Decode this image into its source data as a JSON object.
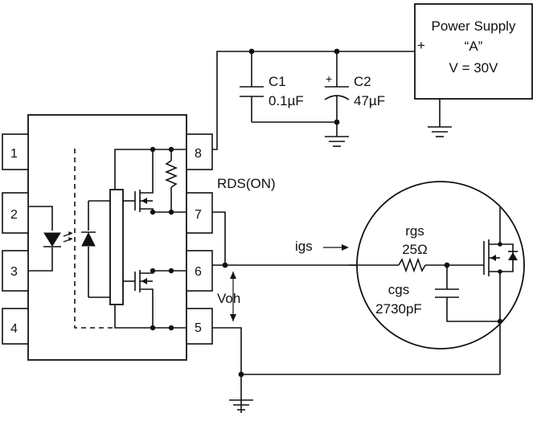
{
  "power_supply": {
    "title": "Power Supply",
    "name": "“A”",
    "voltage": "V = 30V",
    "plus": "+"
  },
  "capacitors": {
    "c1": {
      "label": "C1",
      "value": "0.1µF"
    },
    "c2": {
      "label": "C2",
      "value": "47µF",
      "polarity": "+"
    }
  },
  "ic": {
    "pins": [
      "1",
      "2",
      "3",
      "4",
      "5",
      "6",
      "7",
      "8"
    ]
  },
  "labels": {
    "rds_on": "RDS(ON)",
    "igs": "igs",
    "voh": "Voh"
  },
  "gate_model": {
    "rgs_label": "rgs",
    "rgs_value": "25Ω",
    "cgs_label": "cgs",
    "cgs_value": "2730pF"
  }
}
